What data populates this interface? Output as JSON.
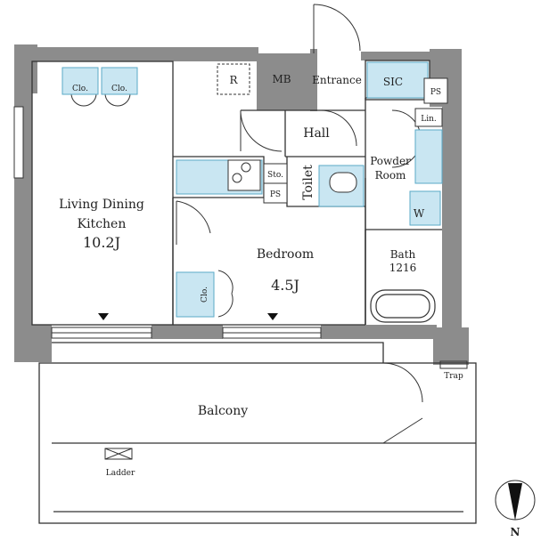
{
  "rooms": {
    "ldk_line1": "Living Dining",
    "ldk_line2": "Kitchen",
    "ldk_size": "10.2J",
    "bedroom": "Bedroom",
    "bedroom_size": "4.5J",
    "balcony": "Balcony",
    "hall": "Hall",
    "entrance": "Entrance",
    "toilet": "Toilet",
    "powder_line1": "Powder",
    "powder_line2": "Room",
    "bath": "Bath",
    "bath_size": "1216"
  },
  "fixtures": {
    "clo1": "Clo.",
    "clo2": "Clo.",
    "clo_bed": "Clo.",
    "mb": "MB",
    "sic": "SIC",
    "ps_top": "PS",
    "ps_kitchen": "PS",
    "sto": "Sto.",
    "lin": "Lin.",
    "w": "W",
    "r": "R",
    "ladder": "Ladder",
    "trap": "Trap"
  },
  "compass": {
    "north": "N"
  },
  "colors": {
    "wall": "#8c8c8c",
    "wall_dark": "#7a7a7a",
    "line": "#333333",
    "fixture_fill": "#c9e6f2",
    "fixture_stroke": "#5aa9c7"
  }
}
